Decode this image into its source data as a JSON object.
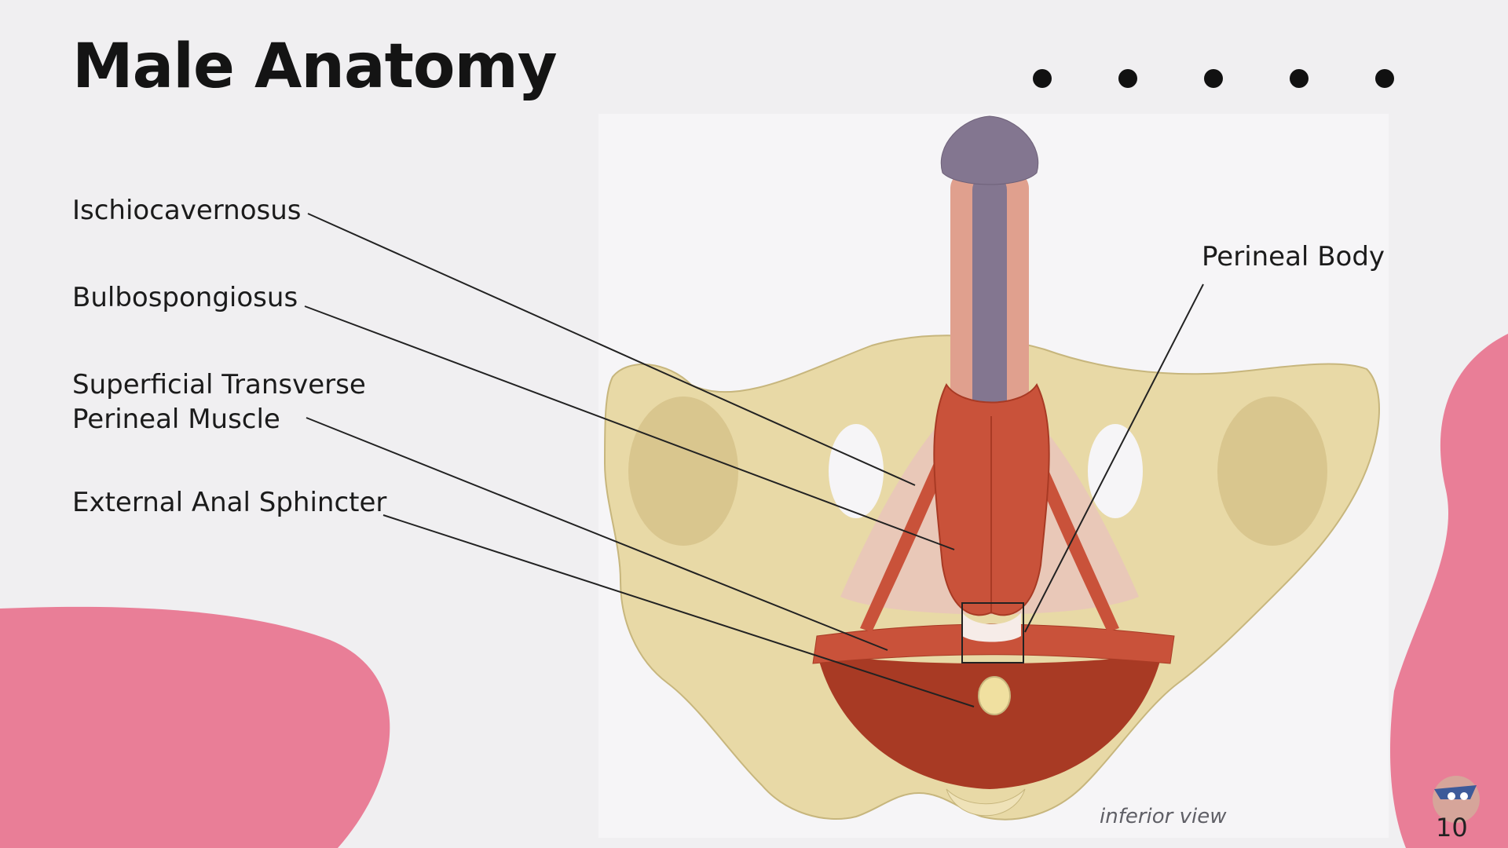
{
  "slide": {
    "title": "Male Anatomy",
    "page_number": "10",
    "accent_color": "#e97e97",
    "dot_count": 5
  },
  "labels": {
    "ischiocavernosus": "Ischiocavernosus",
    "bulbospongiosus": "Bulbospongiosus",
    "superficial_transverse_line1": "Superficial Transverse",
    "superficial_transverse_line2": "Perineal Muscle",
    "external_anal_sphincter": "External Anal Sphincter",
    "perineal_body": "Perineal Body"
  },
  "diagram": {
    "caption": "inferior view",
    "colors": {
      "bone": "#e8d9a6",
      "bone_shadow": "#cbb97f",
      "muscle": "#c9523a",
      "muscle_dark": "#a83a24",
      "glans": "#837690",
      "skin": "#e0a08e"
    }
  }
}
